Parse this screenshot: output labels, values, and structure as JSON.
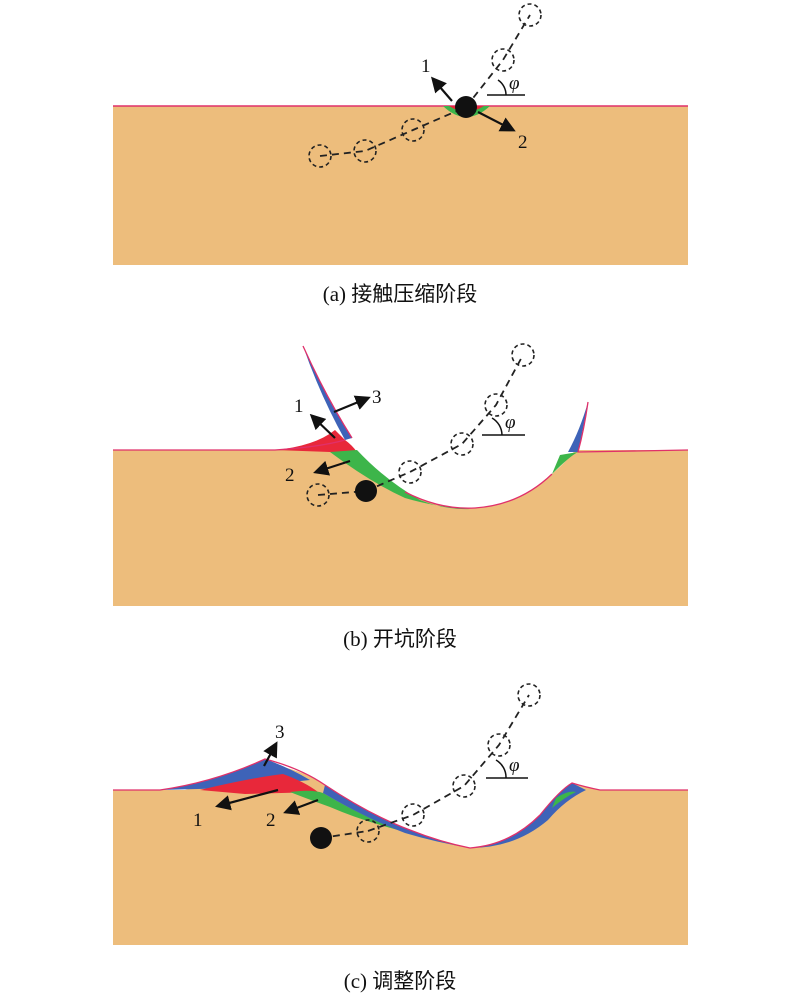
{
  "panels": [
    {
      "caption": "(a) 接触压缩阶段",
      "labels": [
        "1",
        "2"
      ],
      "angle_symbol": "φ"
    },
    {
      "caption": "(b) 开坑阶段",
      "labels": [
        "1",
        "2",
        "3"
      ],
      "angle_symbol": "φ"
    },
    {
      "caption": "(c) 调整阶段",
      "labels": [
        "1",
        "2",
        "3"
      ],
      "angle_symbol": "φ"
    }
  ],
  "colors": {
    "substrate": "#EDBD7C",
    "region_1": "#E8283A",
    "region_2": "#3DB54A",
    "region_3": "#3E63B8",
    "surface_line": "#E0306A"
  }
}
